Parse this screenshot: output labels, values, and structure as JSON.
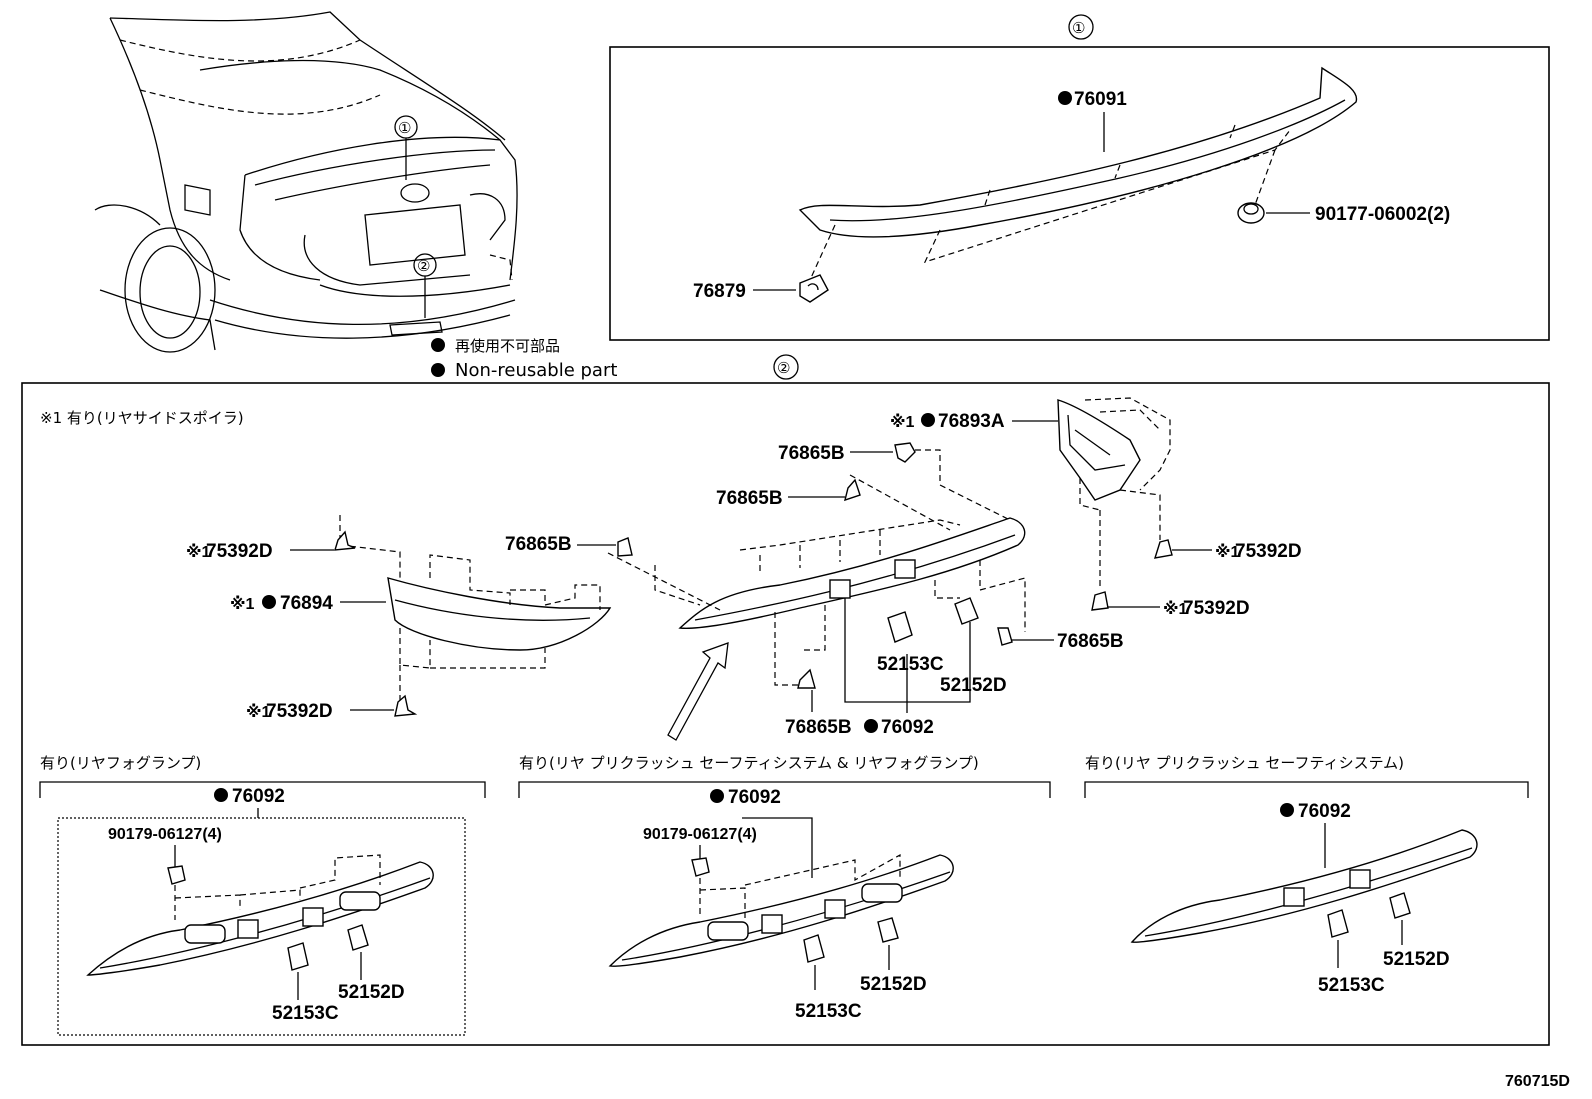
{
  "callouts": {
    "c1": "①",
    "c2": "②"
  },
  "legend": {
    "jp": "再使用不可部品",
    "en": "Non-reusable part"
  },
  "notes": {
    "rear_side_spoiler": "※1 有り(リヤサイドスポイラ)",
    "rear_fog": "有り(リヤフォグランプ)",
    "pcs_fog": "有り(リヤ プリクラッシュ セーフティシステム & リヤフォグランプ)",
    "pcs": "有り(リヤ プリクラッシュ セーフティシステム)"
  },
  "parts": {
    "p76091": "76091",
    "p76879": "76879",
    "p9017706002": "90177-06002(2)",
    "p76893A": "76893A",
    "p76865B_1": "76865B",
    "p76865B_2": "76865B",
    "p76865B_3": "76865B",
    "p76865B_4": "76865B",
    "p76865B_5": "76865B",
    "p75392D_1": "75392D",
    "p75392D_2": "75392D",
    "p75392D_3": "75392D",
    "p75392D_4": "75392D",
    "p76894": "76894",
    "p52153C_main": "52153C",
    "p52152D_main": "52152D",
    "p76092_main": "76092",
    "p76092_fog": "76092",
    "p9017906127_fog": "90179-06127(4)",
    "p52152D_fog": "52152D",
    "p52153C_fog": "52153C",
    "p76092_pcsfog": "76092",
    "p9017906127_pcsfog": "90179-06127(4)",
    "p52153C_pcsfog": "52153C",
    "p52152D_pcsfog": "52152D",
    "p76092_pcs": "76092",
    "p52152D_pcs": "52152D",
    "p52153C_pcs": "52153C"
  },
  "marks": {
    "ref1": "※1",
    "dot": "●"
  },
  "illustration_id": "760715D"
}
